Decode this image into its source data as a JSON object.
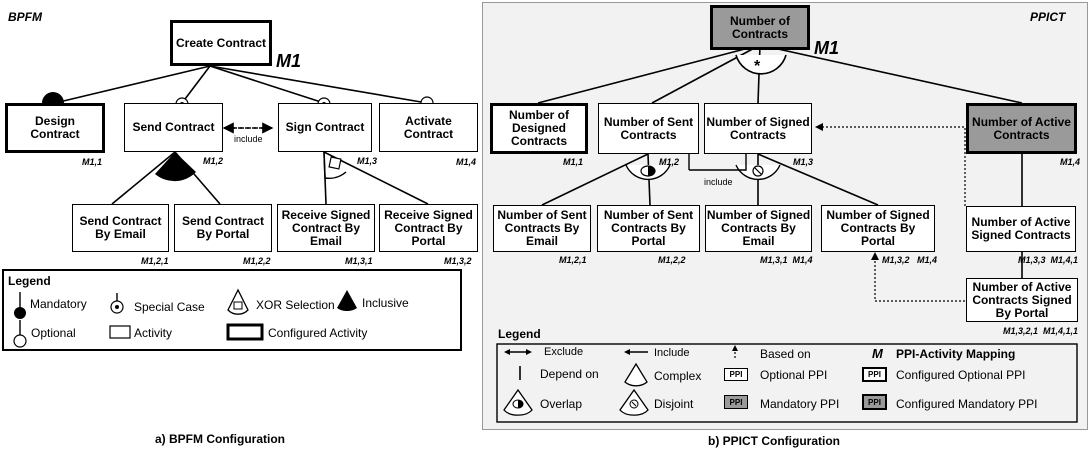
{
  "bpfm": {
    "title": "BPFM",
    "caption": "a) BPFM Configuration",
    "mapping_label": "M1",
    "include_label": "include",
    "nodes": {
      "create": {
        "text": "Create Contract"
      },
      "design": {
        "text": "Design Contract",
        "label": "M1,1"
      },
      "send": {
        "text": "Send Contract",
        "label": "M1,2"
      },
      "sign": {
        "text": "Sign Contract",
        "label": "M1,3"
      },
      "activate": {
        "text": "Activate Contract",
        "label": "M1,4"
      },
      "send_email": {
        "text": "Send Contract By Email",
        "label": "M1,2,1"
      },
      "send_portal": {
        "text": "Send Contract By Portal",
        "label": "M1,2,2"
      },
      "recv_email": {
        "text": "Receive Signed Contract By Email",
        "label": "M1,3,1"
      },
      "recv_portal": {
        "text": "Receive Signed Contract By Portal",
        "label": "M1,3,2"
      }
    },
    "legend": {
      "title": "Legend",
      "mandatory": "Mandatory",
      "special_case": "Special Case",
      "xor": "XOR Selection",
      "inclusive": "Inclusive",
      "optional": "Optional",
      "activity": "Activity",
      "configured_activity": "Configured Activity"
    }
  },
  "ppict": {
    "title": "PPICT",
    "caption": "b) PPICT Configuration",
    "mapping_label": "M1",
    "include_label": "include",
    "complex_symbol": "*",
    "nodes": {
      "root": {
        "text": "Number of Contracts"
      },
      "designed": {
        "text": "Number of Designed Contracts",
        "label": "M1,1"
      },
      "sent": {
        "text": "Number of Sent Contracts",
        "label": "M1,2"
      },
      "signed": {
        "text": "Number of Signed Contracts",
        "label": "M1,3"
      },
      "active": {
        "text": "Number of Active Contracts",
        "label": "M1,4"
      },
      "sent_email": {
        "text": "Number of Sent Contracts By Email",
        "label": "M1,2,1"
      },
      "sent_portal": {
        "text": "Number of Sent Contracts By Portal",
        "label": "M1,2,2"
      },
      "signed_email": {
        "text": "Number of Signed Contracts By Email",
        "label": "M1,3,1  M1,4"
      },
      "signed_portal": {
        "text": "Number of Signed Contracts By Portal",
        "label": "M1,3,2   M1,4"
      },
      "active_signed": {
        "text": "Number of Active Signed Contracts",
        "label": "M1,3,3  M1,4,1"
      },
      "active_portal": {
        "text": "Number of Active Contracts Signed By Portal",
        "label": "M1,3,2,1  M1,4,1,1"
      }
    },
    "legend": {
      "title": "Legend",
      "exclude": "Exclude",
      "include": "Include",
      "based_on": "Based on",
      "mapping_symbol": "M",
      "mapping": "PPI-Activity Mapping",
      "depend_on": "Depend on",
      "complex": "Complex",
      "optional_ppi": "Optional PPI",
      "configured_optional_ppi": "Configured Optional PPI",
      "overlap": "Overlap",
      "disjoint": "Disjoint",
      "mandatory_ppi": "Mandatory PPI",
      "configured_mandatory_ppi": "Configured Mandatory PPI",
      "ppi_tag": "PPI"
    }
  },
  "colors": {
    "mandatory_fill": "#9a9a9a",
    "panel_bg": "#f2f2f2",
    "panel_border": "#999999"
  }
}
